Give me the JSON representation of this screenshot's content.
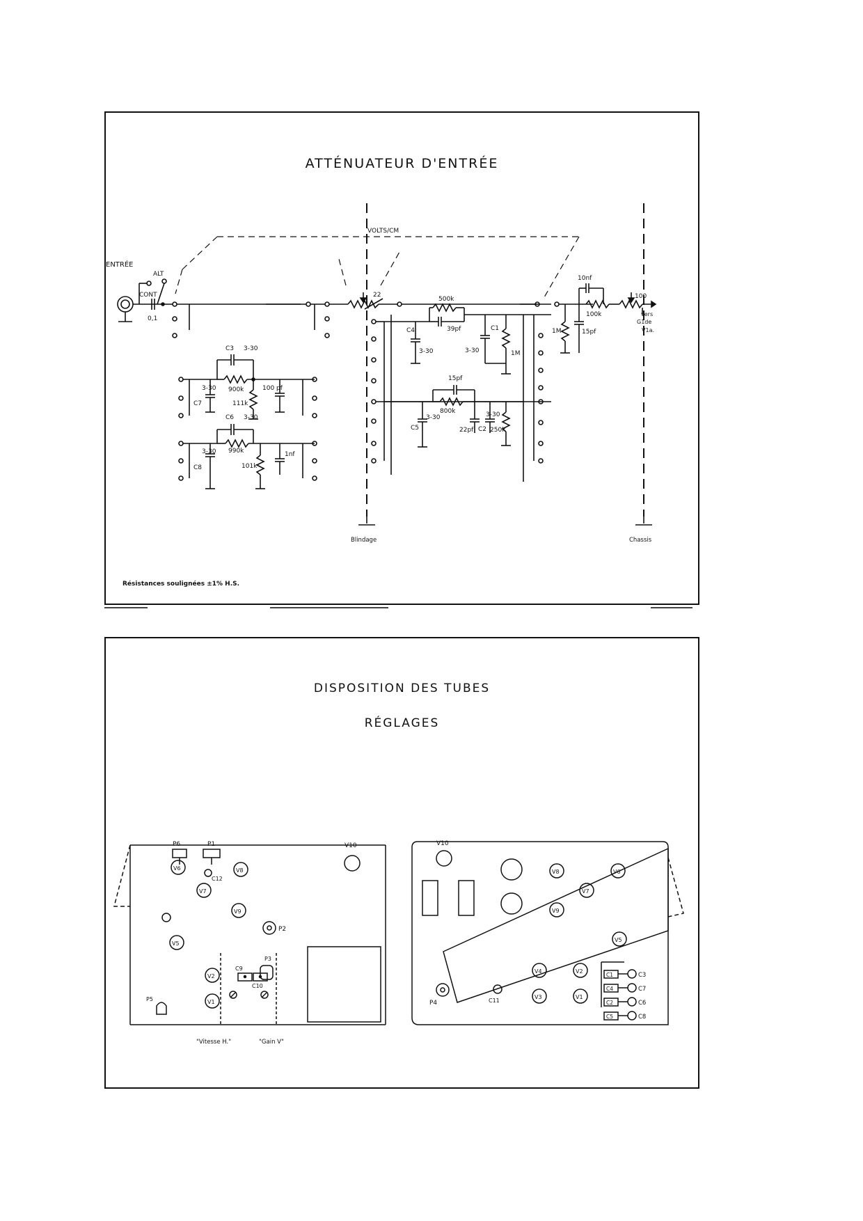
{
  "top": {
    "title": "ATTÉNUATEUR D'ENTRÉE",
    "labels": {
      "entree": "ENTRÉE",
      "alt": "ALT",
      "cont": "CONT",
      "c_in": "0,1",
      "volts_cm": "VOLTS/CM",
      "pot": "22",
      "c3": "C3",
      "c3_val": "3-30",
      "r900k": "900k",
      "c7": "C7",
      "c7_val": "3-30",
      "r111k": "111k",
      "c100pf": "100 pf",
      "c6": "C6",
      "c6_val": "3-30",
      "r990k": "990k",
      "c8": "C8",
      "c8_val": "3-30",
      "r101k": "101k",
      "c1nf": "1nf",
      "blindage": "Blindage",
      "c4": "C4",
      "c4_val": "3-30",
      "r500k": "500k",
      "c39pf": "39pf",
      "c1": "C1",
      "c1_val": "3-30",
      "r1m_a": "1M",
      "c15pf_a": "15pf",
      "r800k": "800k",
      "c5": "C5",
      "c5_val": "3-30",
      "c22pf": "22pf",
      "c2": "C2",
      "c2_val": "3-30",
      "r250k": "250k",
      "r1m_b": "1M",
      "c15pf_b": "15pf",
      "c10nf": "10nf",
      "r100k": "100k",
      "p100": "100",
      "vers": "vers",
      "g1de": "G1de",
      "v1a": "V1a.",
      "chassis": "Chassis"
    },
    "footnote": "Résistances soulignées ±1% H.S."
  },
  "bottom": {
    "title": "DISPOSITION DES TUBES",
    "subtitle": "RÉGLAGES",
    "left_board": {
      "labels": {
        "p6": "P6",
        "p1": "P1",
        "v10": "V10",
        "v6": "V6",
        "v8": "V8",
        "c12": "C12",
        "v7": "V7",
        "v9": "V9",
        "p2": "P2",
        "v5": "V5",
        "p3": "P3",
        "c9": "C9",
        "c10": "C10",
        "v2": "V2",
        "v1": "V1",
        "p5": "P5"
      },
      "captions": [
        "\"Vitesse H.\"",
        "\"Gain V\""
      ]
    },
    "right_board": {
      "labels": {
        "v10": "V10",
        "v8": "V8",
        "v6": "V6",
        "v7": "V7",
        "v9": "V9",
        "v5": "V5",
        "v4": "V4",
        "v2": "V2",
        "v3": "V3",
        "v1": "V1",
        "p4": "P4",
        "c11": "C11"
      },
      "trimmers": [
        {
          "box": "C1",
          "circle": "C3"
        },
        {
          "box": "C4",
          "circle": "C7"
        },
        {
          "box": "C2",
          "circle": "C6"
        },
        {
          "box": "C5",
          "circle": "C8"
        }
      ]
    }
  }
}
